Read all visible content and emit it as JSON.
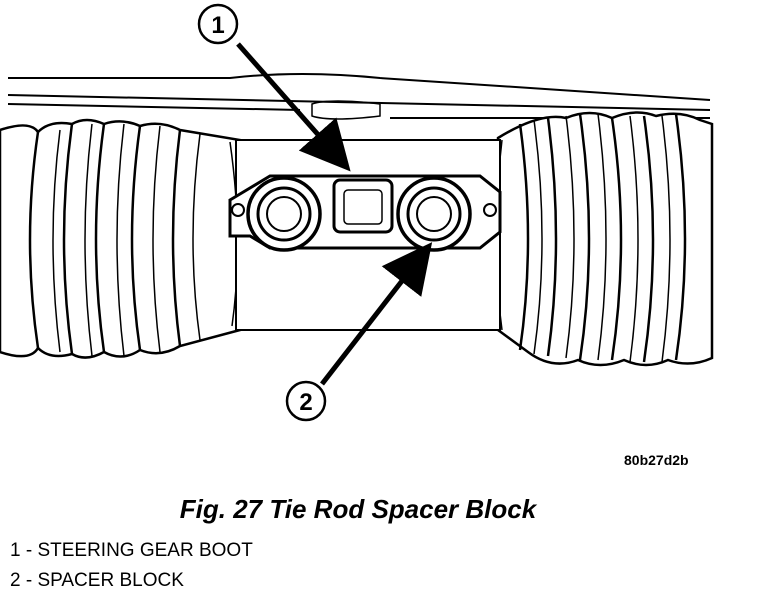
{
  "figure": {
    "callouts": [
      {
        "number": "1",
        "target": "steering-gear-boot"
      },
      {
        "number": "2",
        "target": "spacer-block"
      }
    ],
    "code": "80b27d2b"
  },
  "caption": "Fig. 27 Tie Rod Spacer Block",
  "legend": [
    "1 - STEERING GEAR BOOT",
    "2 - SPACER BLOCK"
  ]
}
